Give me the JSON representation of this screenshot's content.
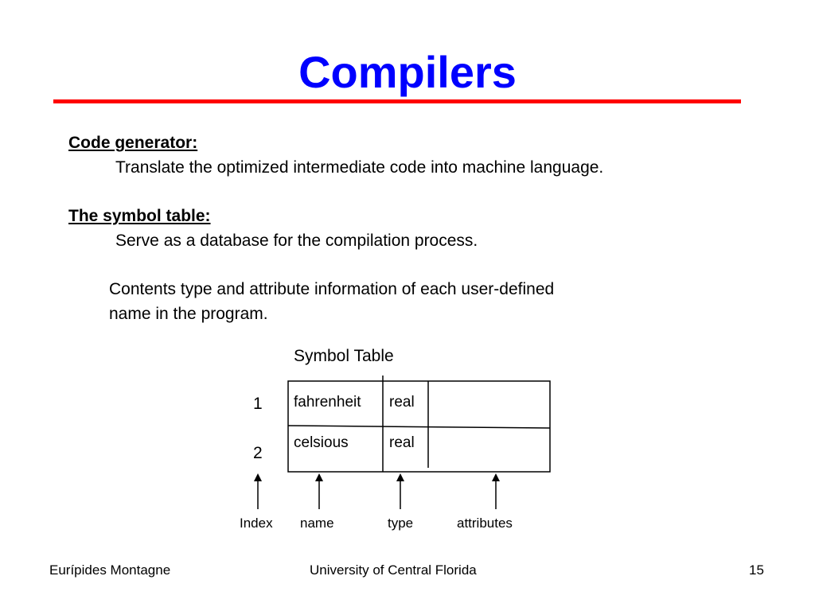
{
  "slide": {
    "title": "Compilers",
    "title_color": "#0000ff",
    "rule_color": "#ff0000",
    "sections": {
      "code_generator": {
        "heading": "Code generator:",
        "text": "Translate the optimized intermediate code into machine language."
      },
      "symbol_table": {
        "heading": "The symbol table:",
        "text": "Serve as a database for the compilation process.",
        "paragraph_line1": "Contents type and attribute information of each user-defined",
        "paragraph_line2": "name in the program."
      }
    }
  },
  "diagram": {
    "caption": "Symbol Table",
    "index_numbers": [
      "1",
      "2"
    ],
    "rows": [
      {
        "name": "fahrenheit",
        "type": "real"
      },
      {
        "name": "celsious",
        "type": "real"
      }
    ],
    "pointer_labels": [
      "Index",
      "name",
      "type",
      "attributes"
    ]
  },
  "footer": {
    "author": "Eurípides Montagne",
    "institution": "University of Central Florida",
    "page_number": "15"
  }
}
